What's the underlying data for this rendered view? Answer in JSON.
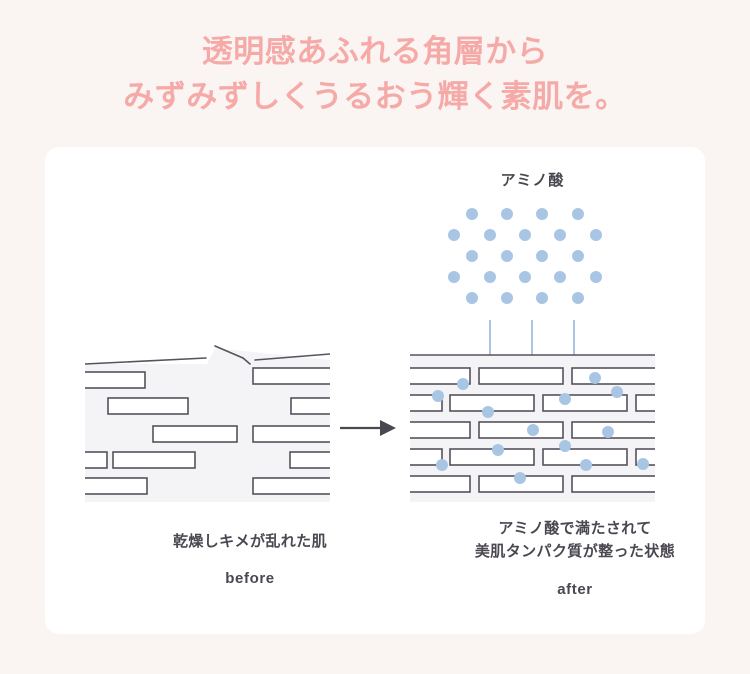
{
  "page": {
    "background_color": "#faf5f2",
    "card_color": "#ffffff"
  },
  "title": {
    "color": "#f6aaa8",
    "line1": "透明感あふれる角層から",
    "line2": "みずみずしくうるおう輝く素肌を。"
  },
  "diagram": {
    "amino_label": "アミノ酸",
    "text_color": "#4b4751",
    "dot_color": "#a8c6e4",
    "arrow_color": "#a8c6e4",
    "brick_stroke": "#57525e",
    "panel_fill": "#f4f4f6",
    "before": {
      "caption_ja": "乾燥しキメが乱れた肌",
      "caption_en": "before"
    },
    "after": {
      "caption_ja_line1": "アミノ酸で満たされて",
      "caption_ja_line2": "美肌タンパク質が整った状態",
      "caption_en": "after"
    },
    "transition_arrow": "arrow-right"
  }
}
